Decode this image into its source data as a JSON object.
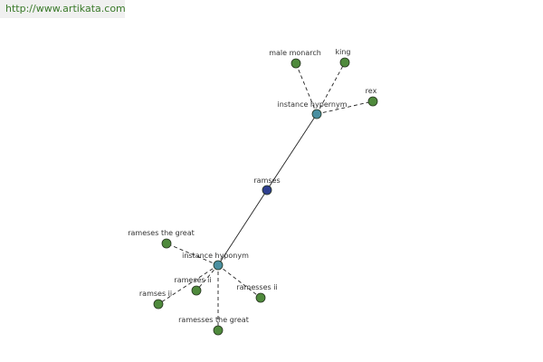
{
  "banner": {
    "url_text": "http://www.artikata.com"
  },
  "colors": {
    "hub": "#4a8fa0",
    "center": "#2e3f8f",
    "leaf": "#4f8a3c",
    "node_stroke": "#26331f",
    "edge": "#222222"
  },
  "graph": {
    "center": {
      "id": "ramses",
      "label": "ramses",
      "kind": "center"
    },
    "hubs": [
      {
        "id": "instance-hypernym",
        "label": "instance hypernym",
        "kind": "hub"
      },
      {
        "id": "instance-hyponym",
        "label": "instance hyponym",
        "kind": "hub"
      }
    ],
    "leaves": [
      {
        "id": "male-monarch",
        "label": "male monarch",
        "parent": "instance-hypernym"
      },
      {
        "id": "king",
        "label": "king",
        "parent": "instance-hypernym"
      },
      {
        "id": "rex",
        "label": "rex",
        "parent": "instance-hypernym"
      },
      {
        "id": "rameses-the-great",
        "label": "rameses the great",
        "parent": "instance-hyponym"
      },
      {
        "id": "rameses-ii-a",
        "label": "rameses ii",
        "parent": "instance-hyponym"
      },
      {
        "id": "ramses-ii",
        "label": "ramses ii",
        "parent": "instance-hyponym"
      },
      {
        "id": "ramesses-ii",
        "label": "ramesses ii",
        "parent": "instance-hyponym"
      },
      {
        "id": "ramesses-the-great",
        "label": "ramesses the great",
        "parent": "instance-hyponym"
      }
    ]
  }
}
